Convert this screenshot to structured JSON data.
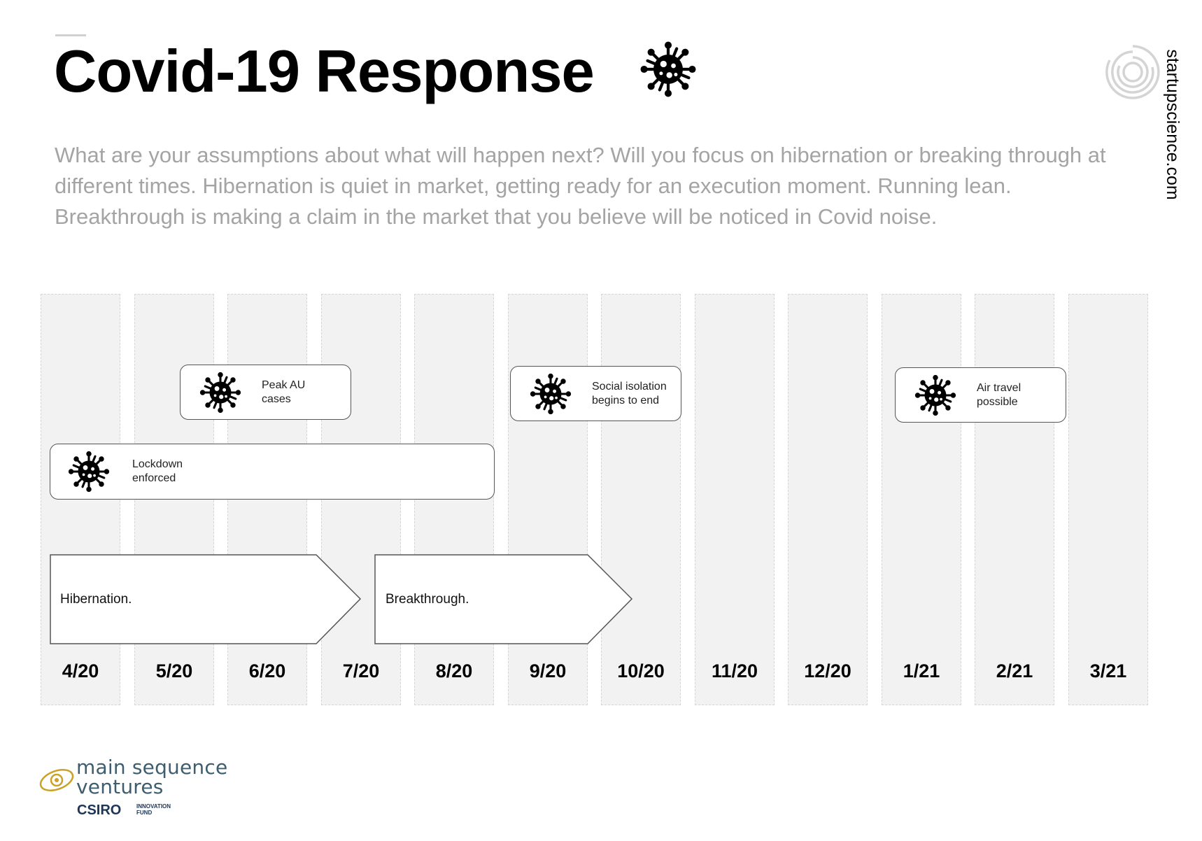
{
  "header": {
    "title": "Covid-19 Response",
    "site": "startupscience.com"
  },
  "intro": "What are your assumptions about what will happen next? Will you focus on hibernation or breaking through at different times. Hibernation is quiet in market, getting ready for an execution moment. Running lean. Breakthrough is making a claim in the market that you believe will be noticed in Covid noise.",
  "timeline": {
    "months": [
      "4/20",
      "5/20",
      "6/20",
      "7/20",
      "8/20",
      "9/20",
      "10/20",
      "11/20",
      "12/20",
      "1/21",
      "2/21",
      "3/21"
    ],
    "events": [
      {
        "label": "Peak AU cases",
        "icon": "virus-icon"
      },
      {
        "label": "Social isolation begins to end",
        "icon": "virus-icon"
      },
      {
        "label": "Air travel possible",
        "icon": "virus-icon"
      },
      {
        "label": "Lockdown enforced",
        "icon": "virus-icon"
      }
    ],
    "phases": [
      {
        "label": "Hibernation."
      },
      {
        "label": "Breakthrough."
      }
    ]
  },
  "footer": {
    "brand_line1": "main sequence",
    "brand_line2": "ventures",
    "csiro": "CSIRO",
    "fund_line1": "INNOVATION",
    "fund_line2": "FUND"
  },
  "colors": {
    "column_fill": "#f2f2f2",
    "intro_text": "#a4a4a4",
    "brand_text": "#3e5d6e",
    "brand_gold": "#c9a227"
  }
}
